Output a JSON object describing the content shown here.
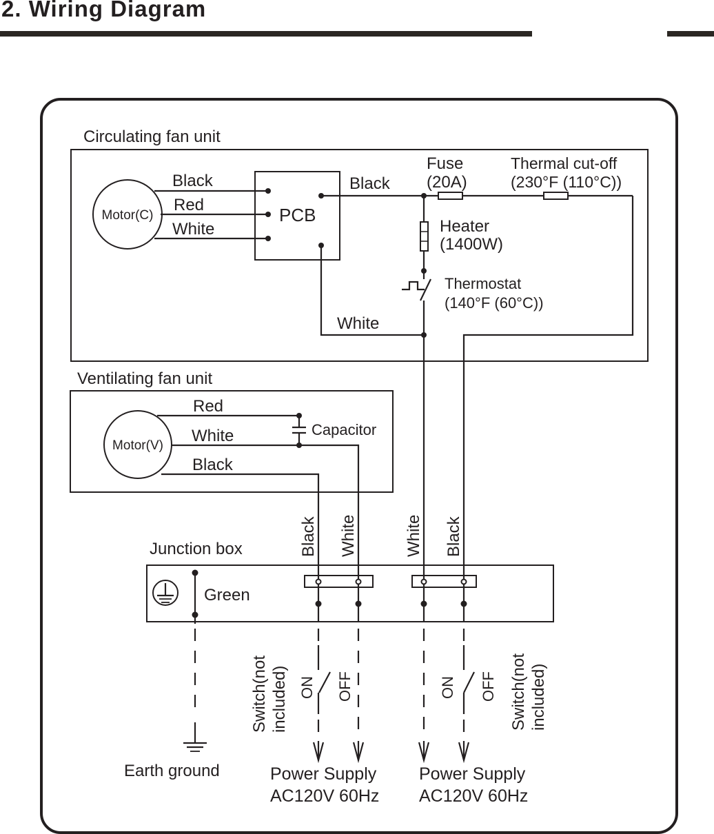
{
  "header": {
    "title": "2. Wiring Diagram"
  },
  "circulating_unit": {
    "label": "Circulating fan unit",
    "motor_label": "Motor(C)",
    "pcb_label": "PCB",
    "motor_wires": [
      "Black",
      "Red",
      "White"
    ],
    "pcb_out_black": "Black",
    "pcb_out_white": "White",
    "fuse": {
      "name": "Fuse",
      "rating": "(20A)"
    },
    "thermal_cutoff": {
      "name": "Thermal cut-off",
      "rating": "(230°F (110°C))"
    },
    "heater": {
      "name": "Heater",
      "rating": "(1400W)"
    },
    "thermostat": {
      "name": "Thermostat",
      "rating": "(140°F (60°C))"
    }
  },
  "ventilating_unit": {
    "label": "Ventilating fan unit",
    "motor_label": "Motor(V)",
    "motor_wires": [
      "Red",
      "White",
      "Black"
    ],
    "capacitor_label": "Capacitor"
  },
  "junction_box": {
    "label": "Junction box",
    "ground_wire": "Green",
    "incoming_wires": [
      "Black",
      "White",
      "White",
      "Black"
    ]
  },
  "switches": [
    {
      "label_line1": "Switch(not",
      "label_line2": "included)",
      "on": "ON",
      "off": "OFF"
    },
    {
      "label_line1": "Switch(not",
      "label_line2": "included)",
      "on": "ON",
      "off": "OFF"
    }
  ],
  "outputs": {
    "earth": "Earth ground",
    "supply": [
      {
        "line1": "Power Supply",
        "line2": "AC120V 60Hz"
      },
      {
        "line1": "Power Supply",
        "line2": "AC120V 60Hz"
      }
    ]
  }
}
